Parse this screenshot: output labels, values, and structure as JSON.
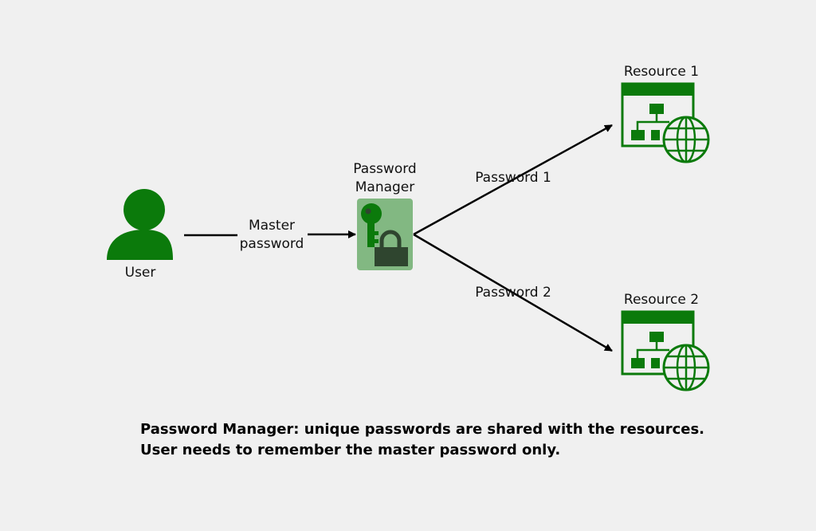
{
  "nodes": {
    "user": {
      "label": "User"
    },
    "password_manager": {
      "label_line1": "Password",
      "label_line2": "Manager"
    },
    "resource1": {
      "label": "Resource 1"
    },
    "resource2": {
      "label": "Resource 2"
    }
  },
  "edges": {
    "master": {
      "label_line1": "Master",
      "label_line2": "password"
    },
    "password1": {
      "label": "Password 1"
    },
    "password2": {
      "label": "Password 2"
    }
  },
  "caption": {
    "line1": "Password Manager: unique passwords are shared with the resources.",
    "line2": "User needs to remember the master password only."
  },
  "colors": {
    "background": "#f0f0f0",
    "icon_green": "#0b7a0b",
    "manager_box": "#82b882",
    "manager_key": "#0b7a0b",
    "manager_lock": "#2f452f",
    "arrow": "#000000"
  }
}
